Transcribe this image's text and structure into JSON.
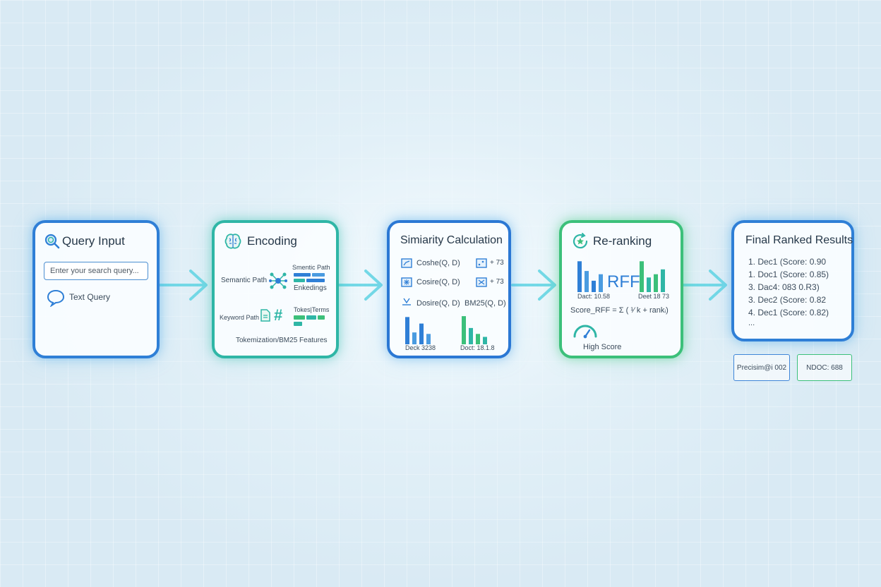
{
  "colors": {
    "blue": "#2f7fd6",
    "teal": "#2fb6a6",
    "green": "#3cc07a",
    "arrow": "#5fd3e3"
  },
  "query_input": {
    "title": "Query Input",
    "title_icon": "search-icon",
    "search_placeholder": "Enter your search query...",
    "text_query_label": "Text Query",
    "text_query_icon": "speech-bubble-icon"
  },
  "encoding": {
    "title": "Encoding",
    "title_icon": "brain-icon",
    "semantic_path_label": "Semantic Path",
    "semantic_path_heading": "Smentic Path",
    "embeddings_label": "Enkedings",
    "keyword_path_label": "Keyword Path",
    "tokens_terms_label": "Tokes|Terms",
    "tokenization_label": "Tokemization/BM25 Features",
    "network_icon": "network-icon",
    "hash_icon": "hash-icon",
    "doc_icon": "document-icon"
  },
  "similarity": {
    "title": "Simiarity Calculation",
    "rows": [
      {
        "label": "Coshe(Q, D)",
        "value": "+ 73"
      },
      {
        "label": "Cosire(Q, D)",
        "value": "+ 73"
      },
      {
        "label": "Dosire(Q, D)",
        "value": "BM25(Q, D)"
      }
    ],
    "left_chart_label": "Deck 3238",
    "right_chart_label": "Doct: 18.1.8",
    "left_chart_values": [
      0.92,
      0.4,
      0.7,
      0.35
    ],
    "right_chart_values": [
      0.95,
      0.55,
      0.35,
      0.25
    ]
  },
  "reranking": {
    "title": "Re-ranking",
    "title_icon": "refresh-star-icon",
    "center_label": "RFF",
    "left_chart_label": "Dact: 10.58",
    "right_chart_label": "Deet 18 73",
    "formula": "Score_RFF = Σ ( ¹⁄ k + rankᵢ)",
    "gauge_label": "High Score",
    "gauge_icon": "gauge-icon",
    "left_chart_values": [
      0.95,
      0.65,
      0.35,
      0.55
    ],
    "right_chart_values": [
      0.95,
      0.45,
      0.55,
      0.7
    ]
  },
  "final_results": {
    "title": "Final Ranked Results",
    "items": [
      "1. Dec1 (Score: 0.90",
      "1. Doc1 (Score: 0.85)",
      "3. Dac4: 083 0.R3)",
      "3. Dec2 (Score: 0.82",
      "4. Dec1 (Score: 0.82)",
      "..."
    ],
    "metrics": [
      {
        "label": "Precisim@i 002",
        "color": "#3f86d8"
      },
      {
        "label": "NDOC: 688",
        "color": "#3cc07a"
      }
    ]
  }
}
